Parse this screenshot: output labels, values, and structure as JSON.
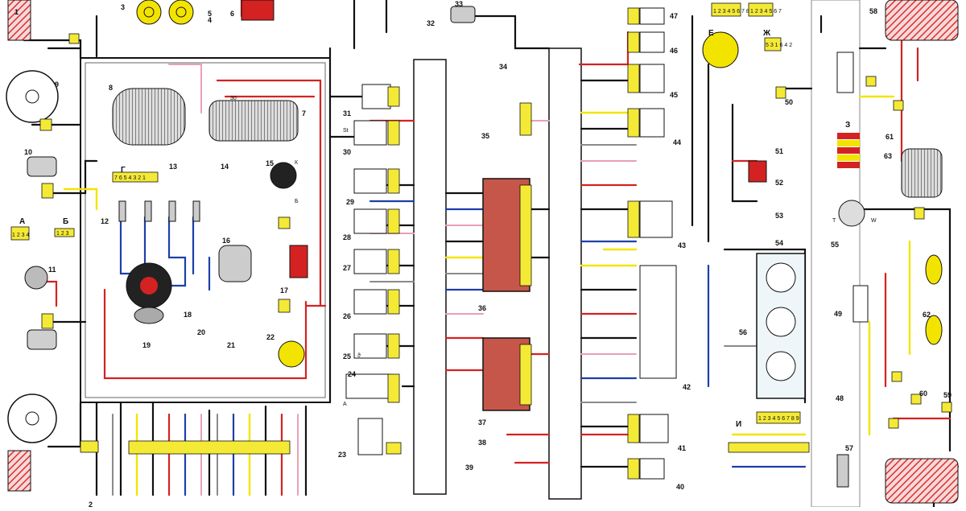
{
  "diagram": {
    "component_numbers": [
      "1",
      "2",
      "3",
      "4",
      "5",
      "6",
      "7",
      "8",
      "9",
      "10",
      "11",
      "12",
      "13",
      "14",
      "15",
      "16",
      "17",
      "18",
      "19",
      "20",
      "21",
      "22",
      "23",
      "24",
      "25",
      "26",
      "27",
      "28",
      "29",
      "30",
      "31",
      "32",
      "33",
      "34",
      "35",
      "36",
      "37",
      "38",
      "39",
      "40",
      "41",
      "42",
      "43",
      "44",
      "45",
      "46",
      "47",
      "48",
      "49",
      "50",
      "51",
      "52",
      "53",
      "54",
      "55",
      "56",
      "57",
      "58",
      "59",
      "60",
      "61",
      "62",
      "63"
    ],
    "group_letters": [
      "А",
      "Б",
      "Г",
      "Е",
      "Ж",
      "З",
      "И"
    ],
    "connector_letters": [
      "St",
      "К",
      "Б",
      "А",
      "Т",
      "W",
      "ϑ",
      "30"
    ],
    "connector_codes": {
      "g_block": "7 6 5 4 3 2 1",
      "e_block": "1 2 3 4 5 6 7 8",
      "e_block_b": "1 2 3 4 5 6 7",
      "i_block": "1 2 3 4 5 6 7 8 9",
      "zh_block": "5 3 1 6 4 2",
      "a_block": "1 2 3 4",
      "b_block": "1 2 3"
    },
    "colors": {
      "red": "#d42222",
      "black": "#111111",
      "blue": "#1d3fa8",
      "yellow": "#f3e400",
      "pink": "#e8a0b4",
      "gray": "#8a8a8a",
      "brown": "#8a4a2a",
      "connector": "#f4ea36",
      "fuse_block": "#c7564a",
      "lamp_hatch": "#d63030"
    }
  }
}
